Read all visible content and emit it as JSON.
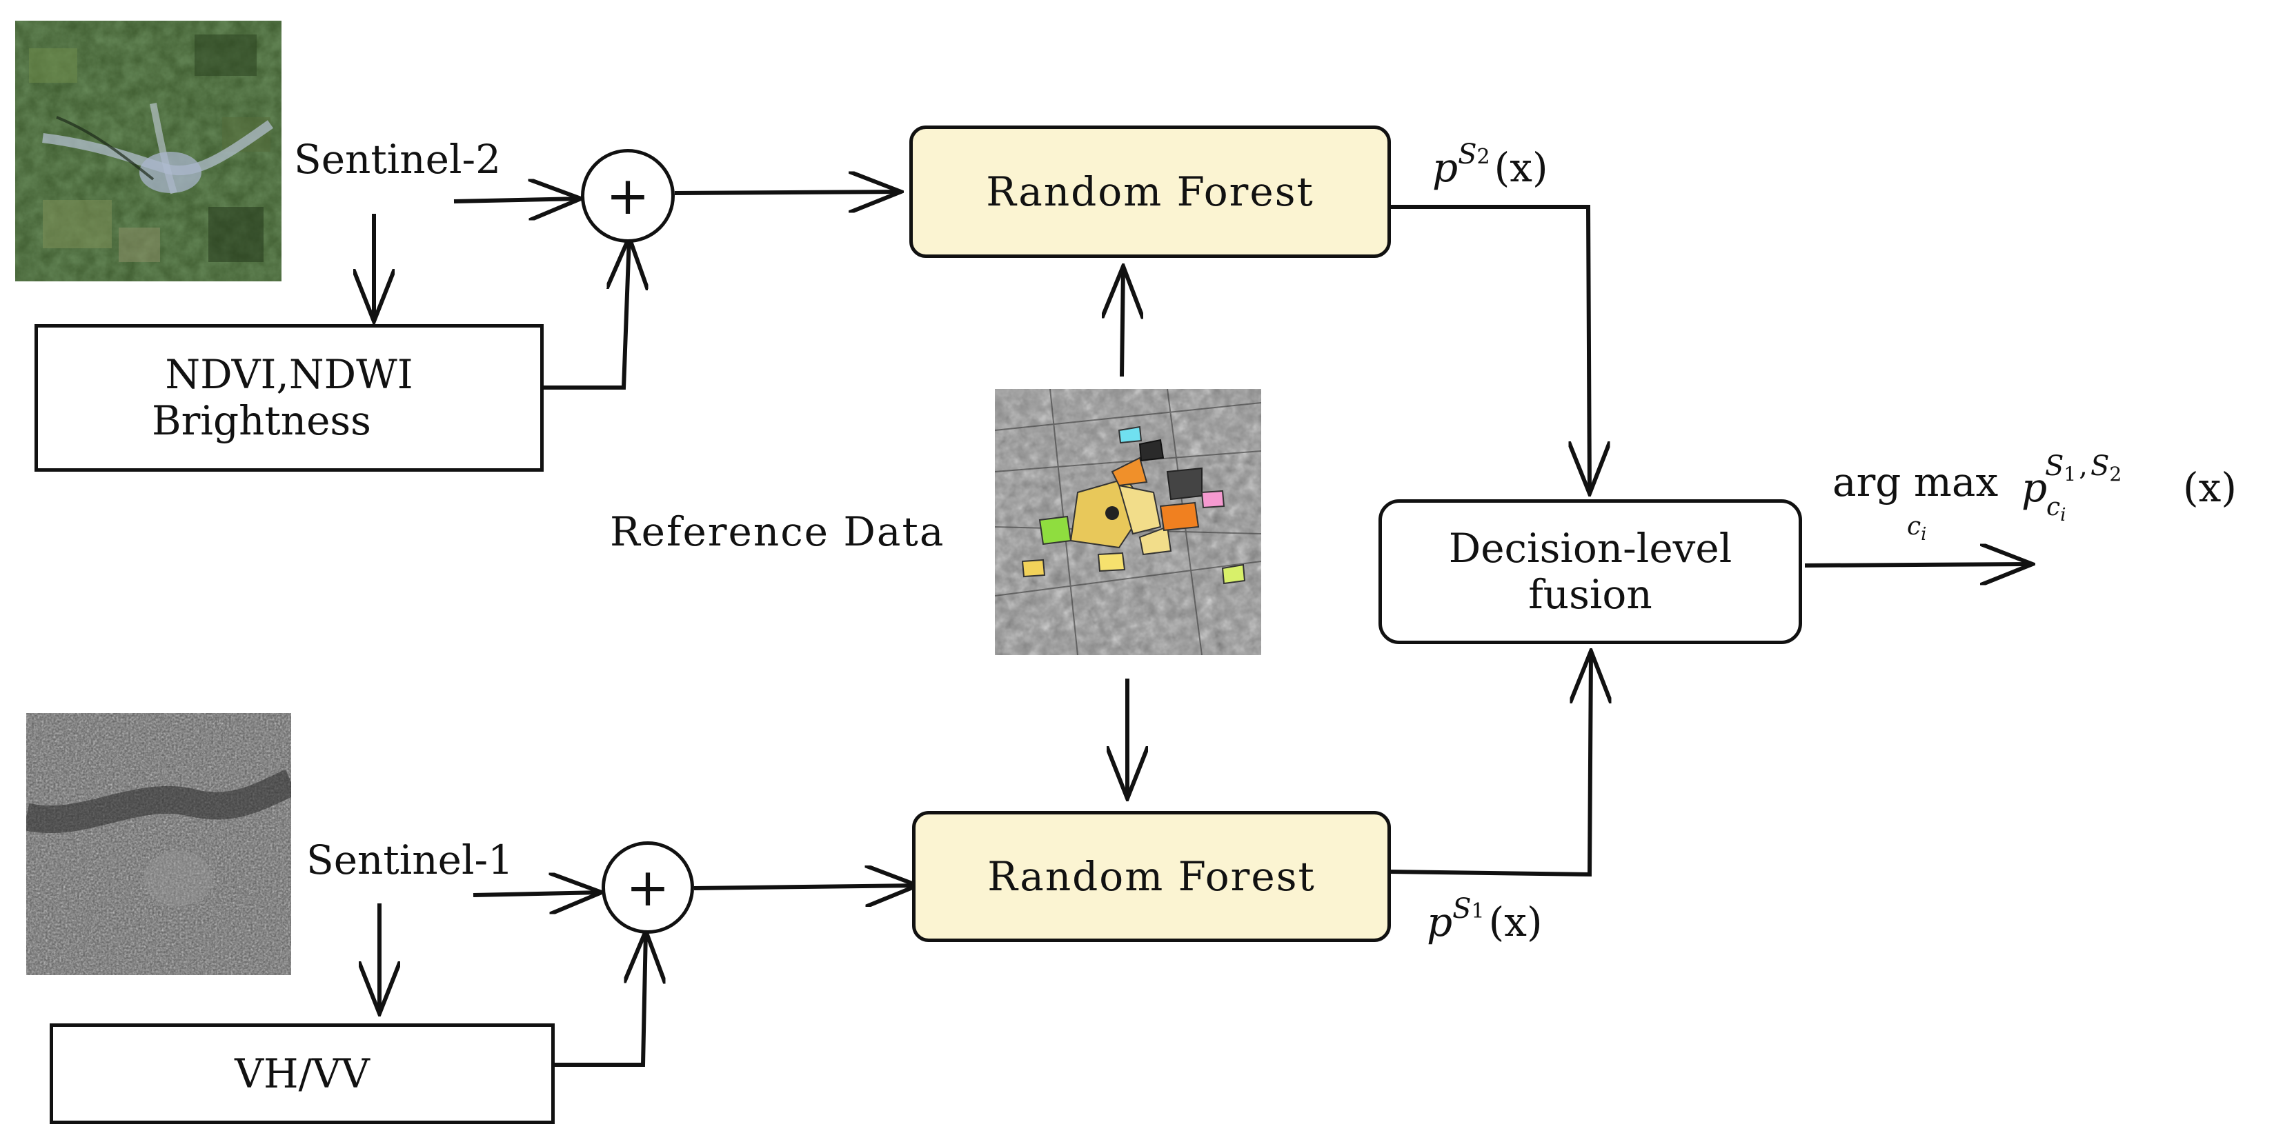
{
  "inputs": {
    "s2": {
      "name": "Sentinel-2",
      "features_line1": "NDVI,NDWI",
      "features_line2": "Brightness"
    },
    "s1": {
      "name": "Sentinel-1",
      "features": "VH/VV"
    }
  },
  "reference_label": "Reference Data",
  "classifier_top": "Random Forest",
  "classifier_bottom": "Random Forest",
  "fusion": {
    "line1": "Decision-level",
    "line2": "fusion"
  },
  "outputs": {
    "top": {
      "p": "p",
      "sup": "S",
      "sup_sub": "2",
      "arg": "(x)"
    },
    "bottom": {
      "p": "p",
      "sup": "S",
      "sup_sub": "1",
      "arg": "(x)"
    },
    "final": {
      "argmax": "arg max",
      "argmax_sub": "c",
      "argmax_sub_i": "i",
      "p": "p",
      "p_sub": "c",
      "p_sub_i": "i",
      "sup": "S",
      "sup1": "1",
      "sup_sep": ",",
      "sup2": "2",
      "arg": "(x)"
    }
  },
  "operator_symbol": "+",
  "colors": {
    "classifier_fill": "#fbf4d2",
    "stroke": "#111111"
  },
  "icons": {
    "sum_node": "circled-plus-icon",
    "s2_image": "satellite-image-sentinel2",
    "s1_image": "sar-image-sentinel1",
    "reference_map": "reference-map-image"
  }
}
